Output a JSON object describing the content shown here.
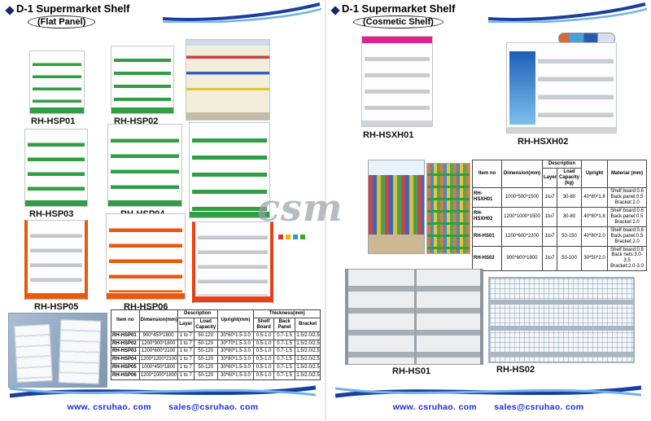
{
  "watermark": {
    "text": "csm"
  },
  "left_page": {
    "title": "D-1 Supermarket Shelf",
    "subtitle": "(Flat Panel)",
    "products": {
      "hsp01": "RH-HSP01",
      "hsp02": "RH-HSP02",
      "hsp03": "RH-HSP03",
      "hsp04": "RH-HSP04",
      "hsp05": "RH-HSP05",
      "hsp06": "RH-HSP06"
    },
    "table": {
      "headers": {
        "item": "Item no",
        "dimension": "Dimension(mm)",
        "description": "Description",
        "layer": "Layer",
        "load": "Load Capacity",
        "upright": "Upright(mm)",
        "thickness": "Thickness(mm)",
        "shelf_board": "Shelf Board",
        "back_panel": "Back Panel",
        "bracket": "Bracket"
      },
      "rows": [
        [
          "RH-HSP01",
          "900*450*1800",
          "1 to 7",
          "50-120",
          "30*60*1.5-3.0",
          "0.5-1.0",
          "0.7-1.5",
          "1.5/2.0/2.5"
        ],
        [
          "RH-HSP02",
          "1200*900*1800",
          "1 to 7",
          "50-120",
          "30*70*1.5-3.0",
          "0.5-1.0",
          "0.7-1.5",
          "1.5/2.0/2.5"
        ],
        [
          "RH-HSP03",
          "1200*600*2100",
          "1 to 7",
          "50-120",
          "30*80*1.5-3.0",
          "0.5-1.0",
          "0.7-1.5",
          "1.5/2.0/2.5"
        ],
        [
          "RH-HSP04",
          "1200*1200*2100",
          "1 to 7",
          "50-120",
          "30*80*1.5-3.0",
          "0.5-1.0",
          "0.7-1.5",
          "1.5/2.0/2.5"
        ],
        [
          "RH-HSP05",
          "1000*450*1800",
          "1 to 7",
          "50-120",
          "30*60*1.5-3.0",
          "0.5-1.0",
          "0.7-1.5",
          "1.5/2.0/2.5"
        ],
        [
          "RH-HSP06",
          "1200*1000*1800",
          "1 to 7",
          "50-120",
          "30*60*1.5-3.0",
          "0.5-1.0",
          "0.7-1.5",
          "1.5/2.0/2.5"
        ]
      ]
    },
    "footer": {
      "url": "www. csruhao. com",
      "email": "sales@csruhao. com"
    }
  },
  "right_page": {
    "title": "D-1 Supermarket Shelf",
    "subtitle": "(Cosmetic Shelf)",
    "products": {
      "hsxh01": "RH-HSXH01",
      "hsxh02": "RH-HSXH02",
      "hs01": "RH-HS01",
      "hs02": "RH-HS02"
    },
    "table": {
      "headers": {
        "item": "Item no",
        "dimension": "Dimension(mm)",
        "description": "Description",
        "layer": "Layer",
        "load": "Load Capacity (kg)",
        "upright": "Upright",
        "material": "Material (mm)"
      },
      "rows": [
        [
          "RH-HSXH01",
          "1000*500*1500",
          "1to7",
          "30-80",
          "40*80*1.8",
          "Shelf board:0.6\nBack panel:0.5\nBracket:2.0"
        ],
        [
          "RH-HSXH02",
          "1200*1000*1500",
          "1to7",
          "30-80",
          "40*80*1.8",
          "Shelf board:0.6\nBack panel:0.5\nBracket:2.0"
        ],
        [
          "RH-HS01",
          "1200*600*2200",
          "1to7",
          "50-150",
          "40*80*2.0",
          "Shelf board:0.8\nBack panel:0.5\nBracket:2.0"
        ],
        [
          "RH-HS02",
          "900*600*1800",
          "1to7",
          "50-100",
          "30*50*2.0",
          "Shelf board:0.8\nBack nets:3.0-3.5\nBracket:2.0-3.0"
        ]
      ]
    },
    "footer": {
      "url": "www. csruhao. com",
      "email": "sales@csruhao. com"
    }
  },
  "colors": {
    "shelf_green": "#2f9e44",
    "shelf_orange": "#e8590c",
    "sign_magenta": "#e0218a",
    "swoosh_dark": "#1b3fa0",
    "swoosh_light": "#6fb3e8",
    "footer_text": "#1a2fd0"
  }
}
